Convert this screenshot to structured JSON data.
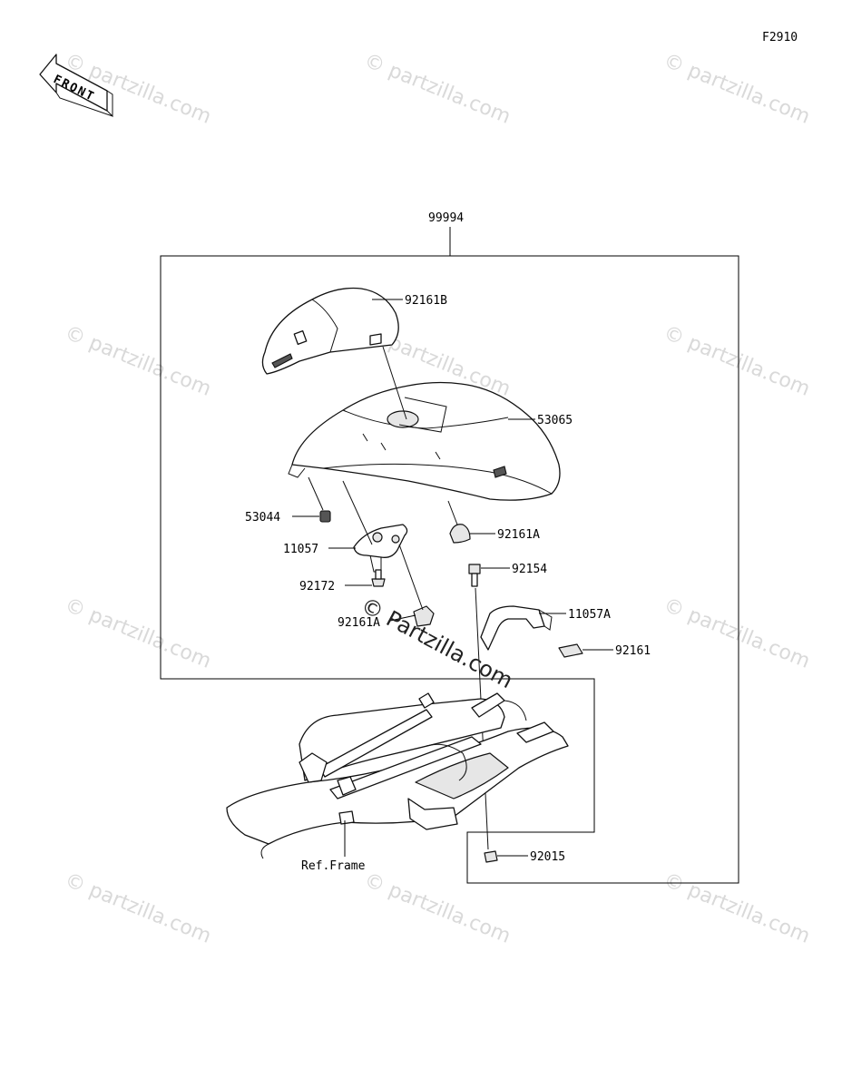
{
  "figure_code": "F2910",
  "front_indicator": "FRONT",
  "watermark": "© Partzilla.com",
  "watermark_small": "© partzilla.com",
  "reference_label": "Ref.Frame",
  "parts": [
    {
      "number": "99994"
    },
    {
      "number": "92161B"
    },
    {
      "number": "53065"
    },
    {
      "number": "53044"
    },
    {
      "number": "92161A"
    },
    {
      "number": "11057"
    },
    {
      "number": "92154"
    },
    {
      "number": "92172"
    },
    {
      "number": "11057A"
    },
    {
      "number": "92161A"
    },
    {
      "number": "92161"
    },
    {
      "number": "92015"
    }
  ]
}
